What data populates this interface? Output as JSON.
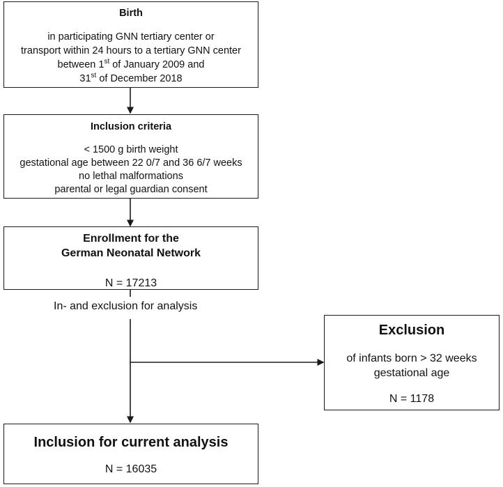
{
  "box_birth": {
    "title": "Birth",
    "line1": "in participating GNN tertiary center or",
    "line2": "transport within 24 hours to a tertiary GNN center",
    "line3_prefix": "between 1",
    "line3_sup": "st",
    "line3_suffix": " of January 2009 and",
    "line4_prefix": "31",
    "line4_sup": "st",
    "line4_suffix": " of December 2018"
  },
  "box_inclusion": {
    "title": "Inclusion criteria",
    "items": [
      "< 1500 g birth weight",
      "gestational age between 22 0/7 and 36 6/7 weeks",
      "no lethal malformations",
      "parental or legal guardian consent"
    ]
  },
  "box_enrollment": {
    "title_line1": "Enrollment for the",
    "title_line2": "German Neonatal Network",
    "count": "N = 17213"
  },
  "label_analysis": "In- and exclusion for analysis",
  "box_exclusion": {
    "title": "Exclusion",
    "line1": "of infants born > 32 weeks",
    "line2": "gestational age",
    "count": "N = 1178"
  },
  "box_current": {
    "title": "Inclusion for current analysis",
    "count": "N = 16035"
  }
}
